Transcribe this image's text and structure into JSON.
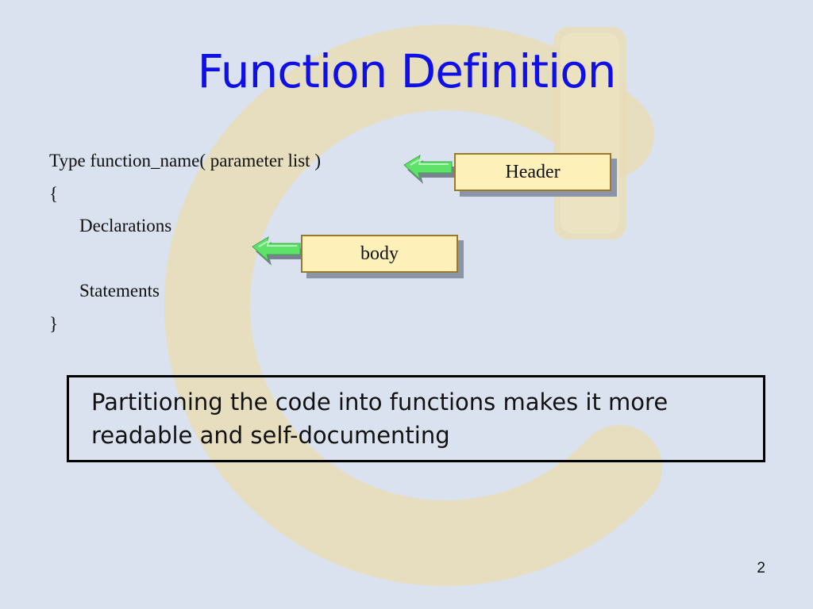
{
  "slide": {
    "title": "Function Definition",
    "code_lines": [
      "Type function_name( parameter list )",
      "{",
      "Declarations",
      "Statements",
      "}"
    ],
    "callouts": {
      "header": "Header",
      "body": "body"
    },
    "note": "Partitioning the code into functions makes it more readable and self-documenting",
    "page_number": "2"
  },
  "colors": {
    "background": "#d9e2ee",
    "title": "#0f10e8",
    "callout_fill": "#fdf0b8",
    "arrow_green": "#5ee26a",
    "watermark": "#ece0b8"
  },
  "icons": {
    "watermark": "c-letter-watermark",
    "arrows": "green-left-arrow-icon"
  }
}
